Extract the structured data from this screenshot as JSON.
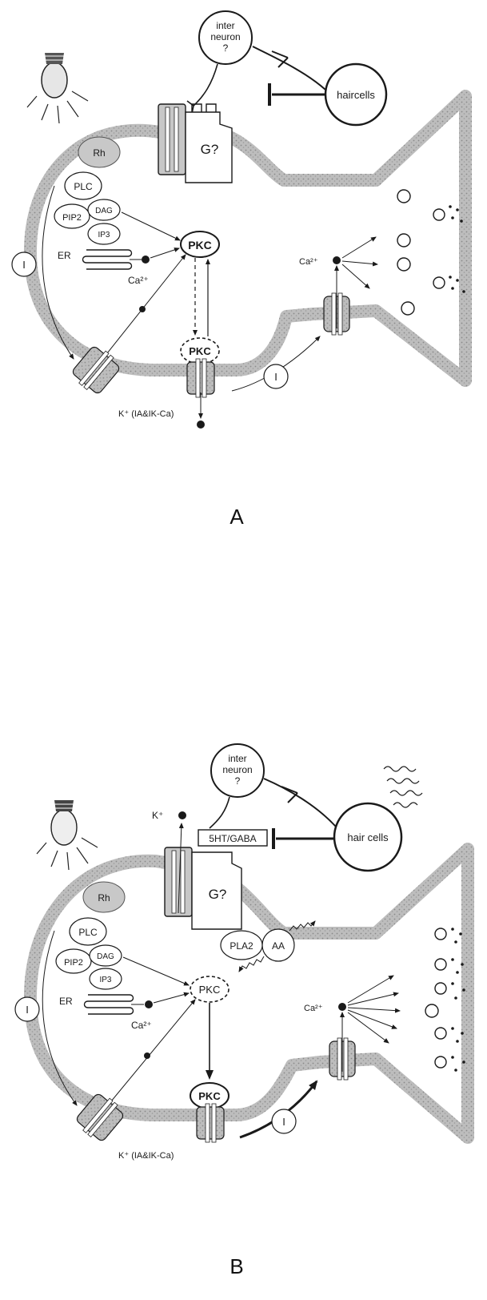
{
  "colors": {
    "membrane": "#8f8f8f",
    "ink": "#1a1a1a",
    "rh_fill": "#c8c8c8",
    "paper": "#ffffff"
  },
  "panel_a": {
    "letter": "A",
    "interneuron": [
      "inter",
      "neuron",
      "?"
    ],
    "haircells": "haircells",
    "g_protein": "G?",
    "rh": "Rh",
    "plc": "PLC",
    "pip2": "PIP2",
    "dag": "DAG",
    "ip3": "IP3",
    "er": "ER",
    "pkc_active": "PKC",
    "pkc_membrane": "PKC",
    "ca_soma": "Ca²⁺",
    "ca_terminal": "Ca²⁺",
    "current_soma": "I",
    "current_axon": "I",
    "k_label": "K⁺ (IA&IK-Ca)"
  },
  "panel_b": {
    "letter": "B",
    "interneuron": [
      "inter",
      "neuron",
      "?"
    ],
    "haircells": "hair cells",
    "transmitter": "5HT/GABA",
    "g_protein": "G?",
    "k_top": "K⁺",
    "rh": "Rh",
    "plc": "PLC",
    "pip2": "PIP2",
    "dag": "DAG",
    "ip3": "IP3",
    "er": "ER",
    "pla2": "PLA2",
    "aa": "AA",
    "pkc_inactive": "PKC",
    "pkc_membrane": "PKC",
    "ca_soma": "Ca²⁺",
    "ca_terminal": "Ca²⁺",
    "current_soma": "I",
    "current_axon": "I",
    "k_label": "K⁺ (IA&IK-Ca)"
  }
}
